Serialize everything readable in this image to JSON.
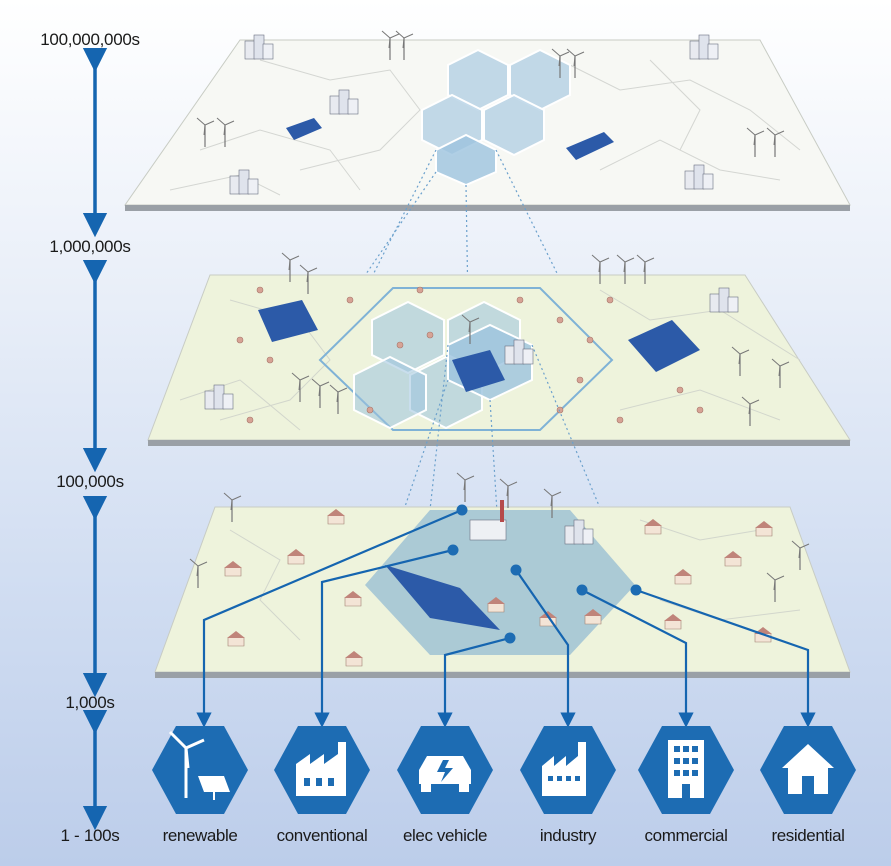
{
  "scales": [
    "100,000,000s",
    "1,000,000s",
    "100,000s",
    "1,000s",
    "1 - 100s"
  ],
  "categories": [
    {
      "label": "renewable",
      "icon": "wind-turbine-solar-panel-icon"
    },
    {
      "label": "conventional",
      "icon": "factory-icon"
    },
    {
      "label": "elec vehicle",
      "icon": "electric-car-icon"
    },
    {
      "label": "industry",
      "icon": "industry-building-icon"
    },
    {
      "label": "commercial",
      "icon": "office-building-icon"
    },
    {
      "label": "residential",
      "icon": "house-icon"
    }
  ],
  "colors": {
    "accent": "#1565b0",
    "hexagon": "#1d6cb3",
    "top_plane": "#f7f8f4",
    "lower_planes": "#eef3dc",
    "cluster": "#8fb8d2"
  }
}
